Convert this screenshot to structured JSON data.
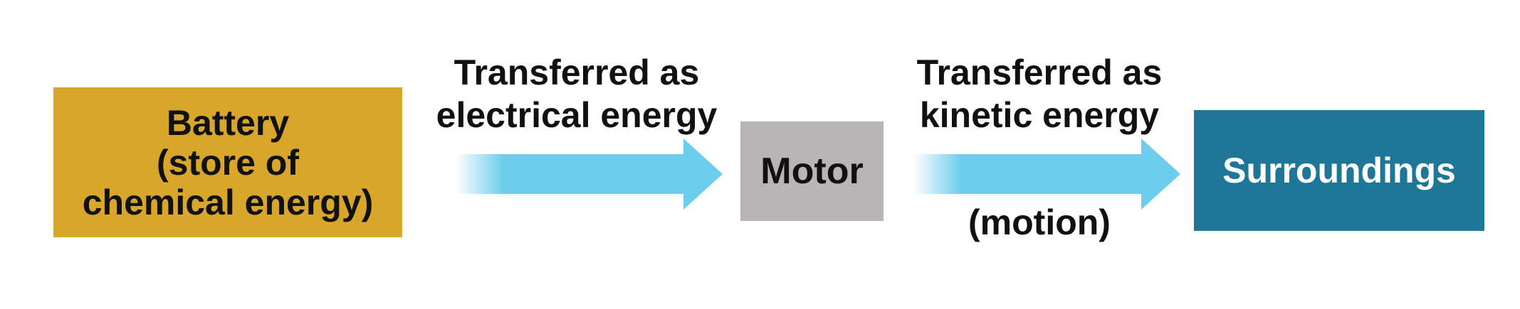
{
  "nodes": {
    "battery": "Battery\n(store of\nchemical energy)",
    "motor": "Motor",
    "surroundings": "Surroundings"
  },
  "transfers": {
    "first": "Transferred as\nelectrical energy",
    "second": "Transferred as\nkinetic energy",
    "second_note": "(motion)"
  },
  "colors": {
    "battery": "#d8a62a",
    "motor": "#b9b4b5",
    "surroundings": "#1e7797",
    "arrow": "#6ccdec"
  }
}
